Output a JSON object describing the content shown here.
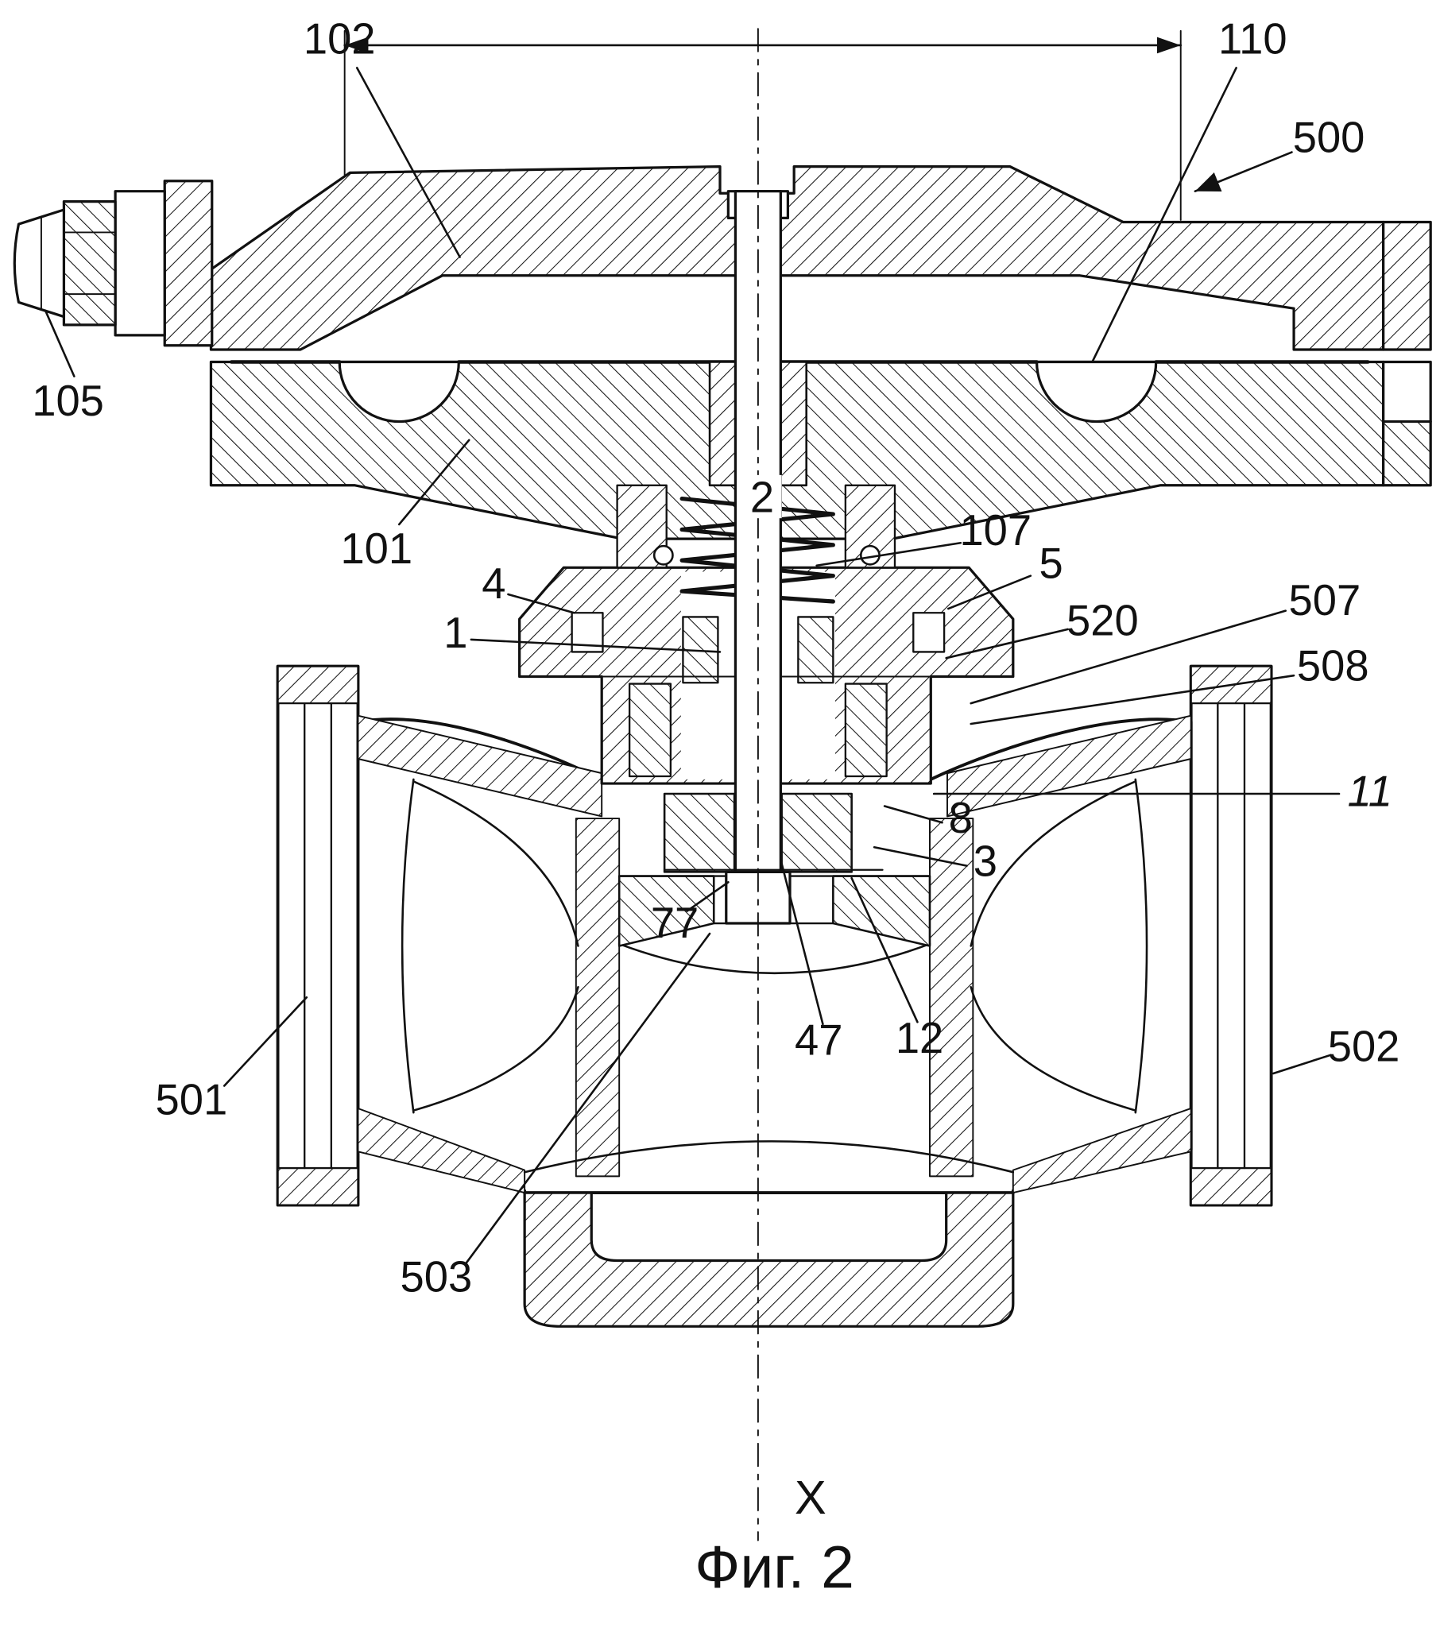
{
  "figure": {
    "caption": "Фиг. 2",
    "axis_label": "X"
  },
  "reference_labels": {
    "n102": "102",
    "n110": "110",
    "n500": "500",
    "n105": "105",
    "n101": "101",
    "n2": "2",
    "n107": "107",
    "n4": "4",
    "n5": "5",
    "n1": "1",
    "n520": "520",
    "n507": "507",
    "n508": "508",
    "n11": "11",
    "n8": "8",
    "n3": "3",
    "n77": "77",
    "n47": "47",
    "n12": "12",
    "n501": "501",
    "n502": "502",
    "n503": "503"
  },
  "colors": {
    "ink": "#111111",
    "paper": "#ffffff"
  }
}
